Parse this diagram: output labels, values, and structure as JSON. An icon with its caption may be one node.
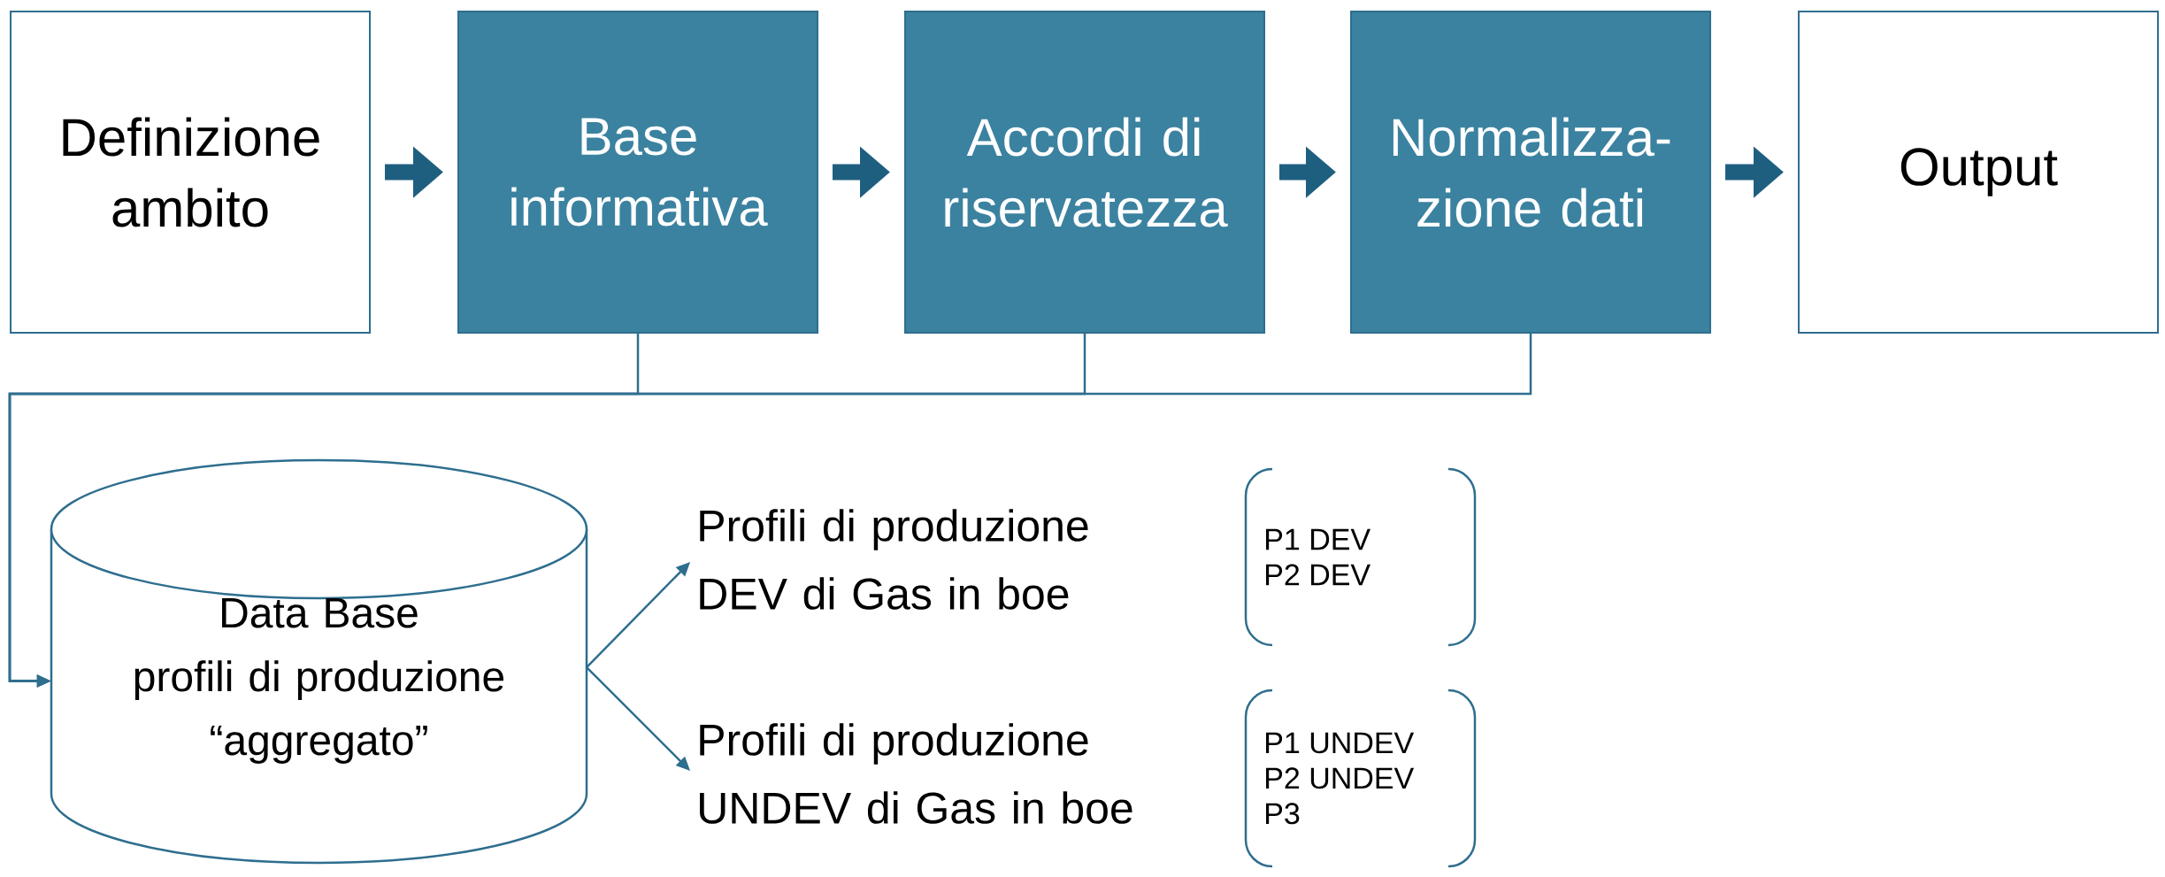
{
  "diagram": {
    "nodes": [
      {
        "text": [
          "Definizione ambito"
        ]
      },
      {
        "text": [
          "Base informativa"
        ]
      },
      {
        "text": [
          "Accordi di riservatezza"
        ]
      },
      {
        "text": [
          "Normalizza-zione dati"
        ]
      },
      {
        "text": [
          "Output"
        ]
      },
      {
        "text": [
          "Data Base",
          "profili di produzione “aggregato”"
        ]
      },
      {
        "text": [
          "Profili di produzione DEV di Gas in boe"
        ]
      },
      {
        "text": [
          "Profili di produzione UNDEV di Gas in boe"
        ]
      },
      {
        "text": [
          "P1 DEV",
          "P2 DEV"
        ]
      },
      {
        "text": [
          "P1 UNDEV",
          "P2 UNDEV",
          "P3"
        ]
      }
    ],
    "edges": [
      {
        "from": 0,
        "to": 1,
        "arrow": "to",
        "style": "thick"
      },
      {
        "from": 1,
        "to": 2,
        "arrow": "to",
        "style": "thick"
      },
      {
        "from": 2,
        "to": 3,
        "arrow": "to",
        "style": "thick"
      },
      {
        "from": 3,
        "to": 4,
        "arrow": "to",
        "style": "thick"
      },
      {
        "from": 1,
        "to": 5,
        "arrow": "to"
      },
      {
        "from": 2,
        "to": 5,
        "arrow": "to"
      },
      {
        "from": 3,
        "to": 5,
        "arrow": "to"
      },
      {
        "from": 5,
        "to": 6,
        "arrow": "to"
      },
      {
        "from": 5,
        "to": 7,
        "arrow": "to"
      }
    ]
  }
}
